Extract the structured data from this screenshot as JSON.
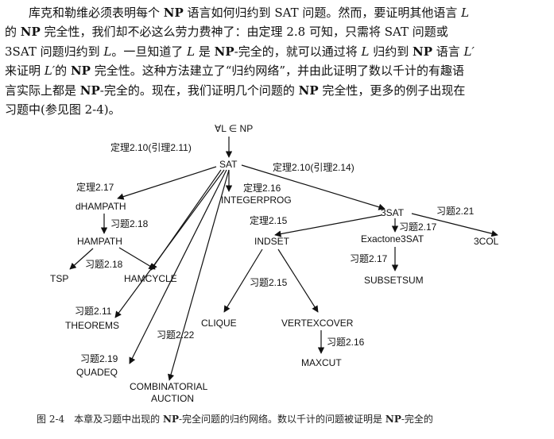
{
  "paragraph": {
    "l1a": "库克和勒维必须表明每个 ",
    "l1np": "NP",
    "l1b": " 语言如何归约到 SAT 问题。然而，要证明其他语言 ",
    "l1L": "L",
    "l2a": "的 ",
    "l2np": "NP",
    "l2b": " 完全性，我们却不必这么劳力费神了：由定理 2.8 可知，只需将 SAT 问题或",
    "l3a": "3SAT 问题归约到 ",
    "l3L": "L",
    "l3b": "。一旦知道了 ",
    "l3L2": "L",
    "l3c": " 是 ",
    "l3np": "NP",
    "l3d": "-完全的，就可以通过将 ",
    "l3L3": "L",
    "l3e": " 归约到 ",
    "l3np2": "NP",
    "l3f": " 语言 ",
    "l3Lp": "L′",
    "l4a": "来证明 ",
    "l4Lp": "L′",
    "l4b": "的 ",
    "l4np": "NP",
    "l4c": " 完全性。这种方法建立了“归约网络”，并由此证明了数以千计的有趣语",
    "l5a": "言实际上都是 ",
    "l5np": "NP",
    "l5b": "-完全的。现在，我们证明几个问题的 ",
    "l5np2": "NP",
    "l5c": " 完全性，更多的例子出现在",
    "l6": "习题中(参见图 2-4)。"
  },
  "diagram": {
    "nodes": {
      "root": "∀L ∈ NP",
      "sat": "SAT",
      "dhampath": "dHAMPATH",
      "hampath": "HAMPATH",
      "tsp": "TSP",
      "hamcycle": "HAMCYCLE",
      "theorems": "THEOREMS",
      "quadeq": "QUADEQ",
      "comb1": "COMBINATORIAL",
      "comb2": "AUCTION",
      "integerprog": "INTEGERPROG",
      "threesat": "3SAT",
      "indset": "INDSET",
      "clique": "CLIQUE",
      "vertexcover": "VERTEXCOVER",
      "maxcut": "MAXCUT",
      "exactone": "Exactone3SAT",
      "subsetsum": "SUBSETSUM",
      "threecol": "3COL"
    },
    "edge_labels": {
      "root_sat": "定理2.10(引理2.11)",
      "sat_3sat": "定理2.10(引理2.14)",
      "sat_dhampath": "定理2.17",
      "sat_integerprog": "定理2.16",
      "dhampath_hampath": "习题2.18",
      "hampath_tsp_hamcycle": "习题2.18",
      "sat_theorems": "习题2.11",
      "sat_combauction": "习题2.22",
      "sat_quadeq": "习题2.19",
      "threesat_indset": "定理2.15",
      "threesat_exactone": "习题2.17",
      "threesat_3col": "习题2.21",
      "indset_children": "习题2.15",
      "exactone_subsetsum": "习题2.17",
      "vertexcover_maxcut": "习题2.16"
    }
  },
  "caption": {
    "a": "图 2-4　本章及习题中出现的 ",
    "np": "NP",
    "b": "-完全问题的归约网络。数以千计的问题被证明是 ",
    "np2": "NP",
    "c": "-完全的"
  }
}
